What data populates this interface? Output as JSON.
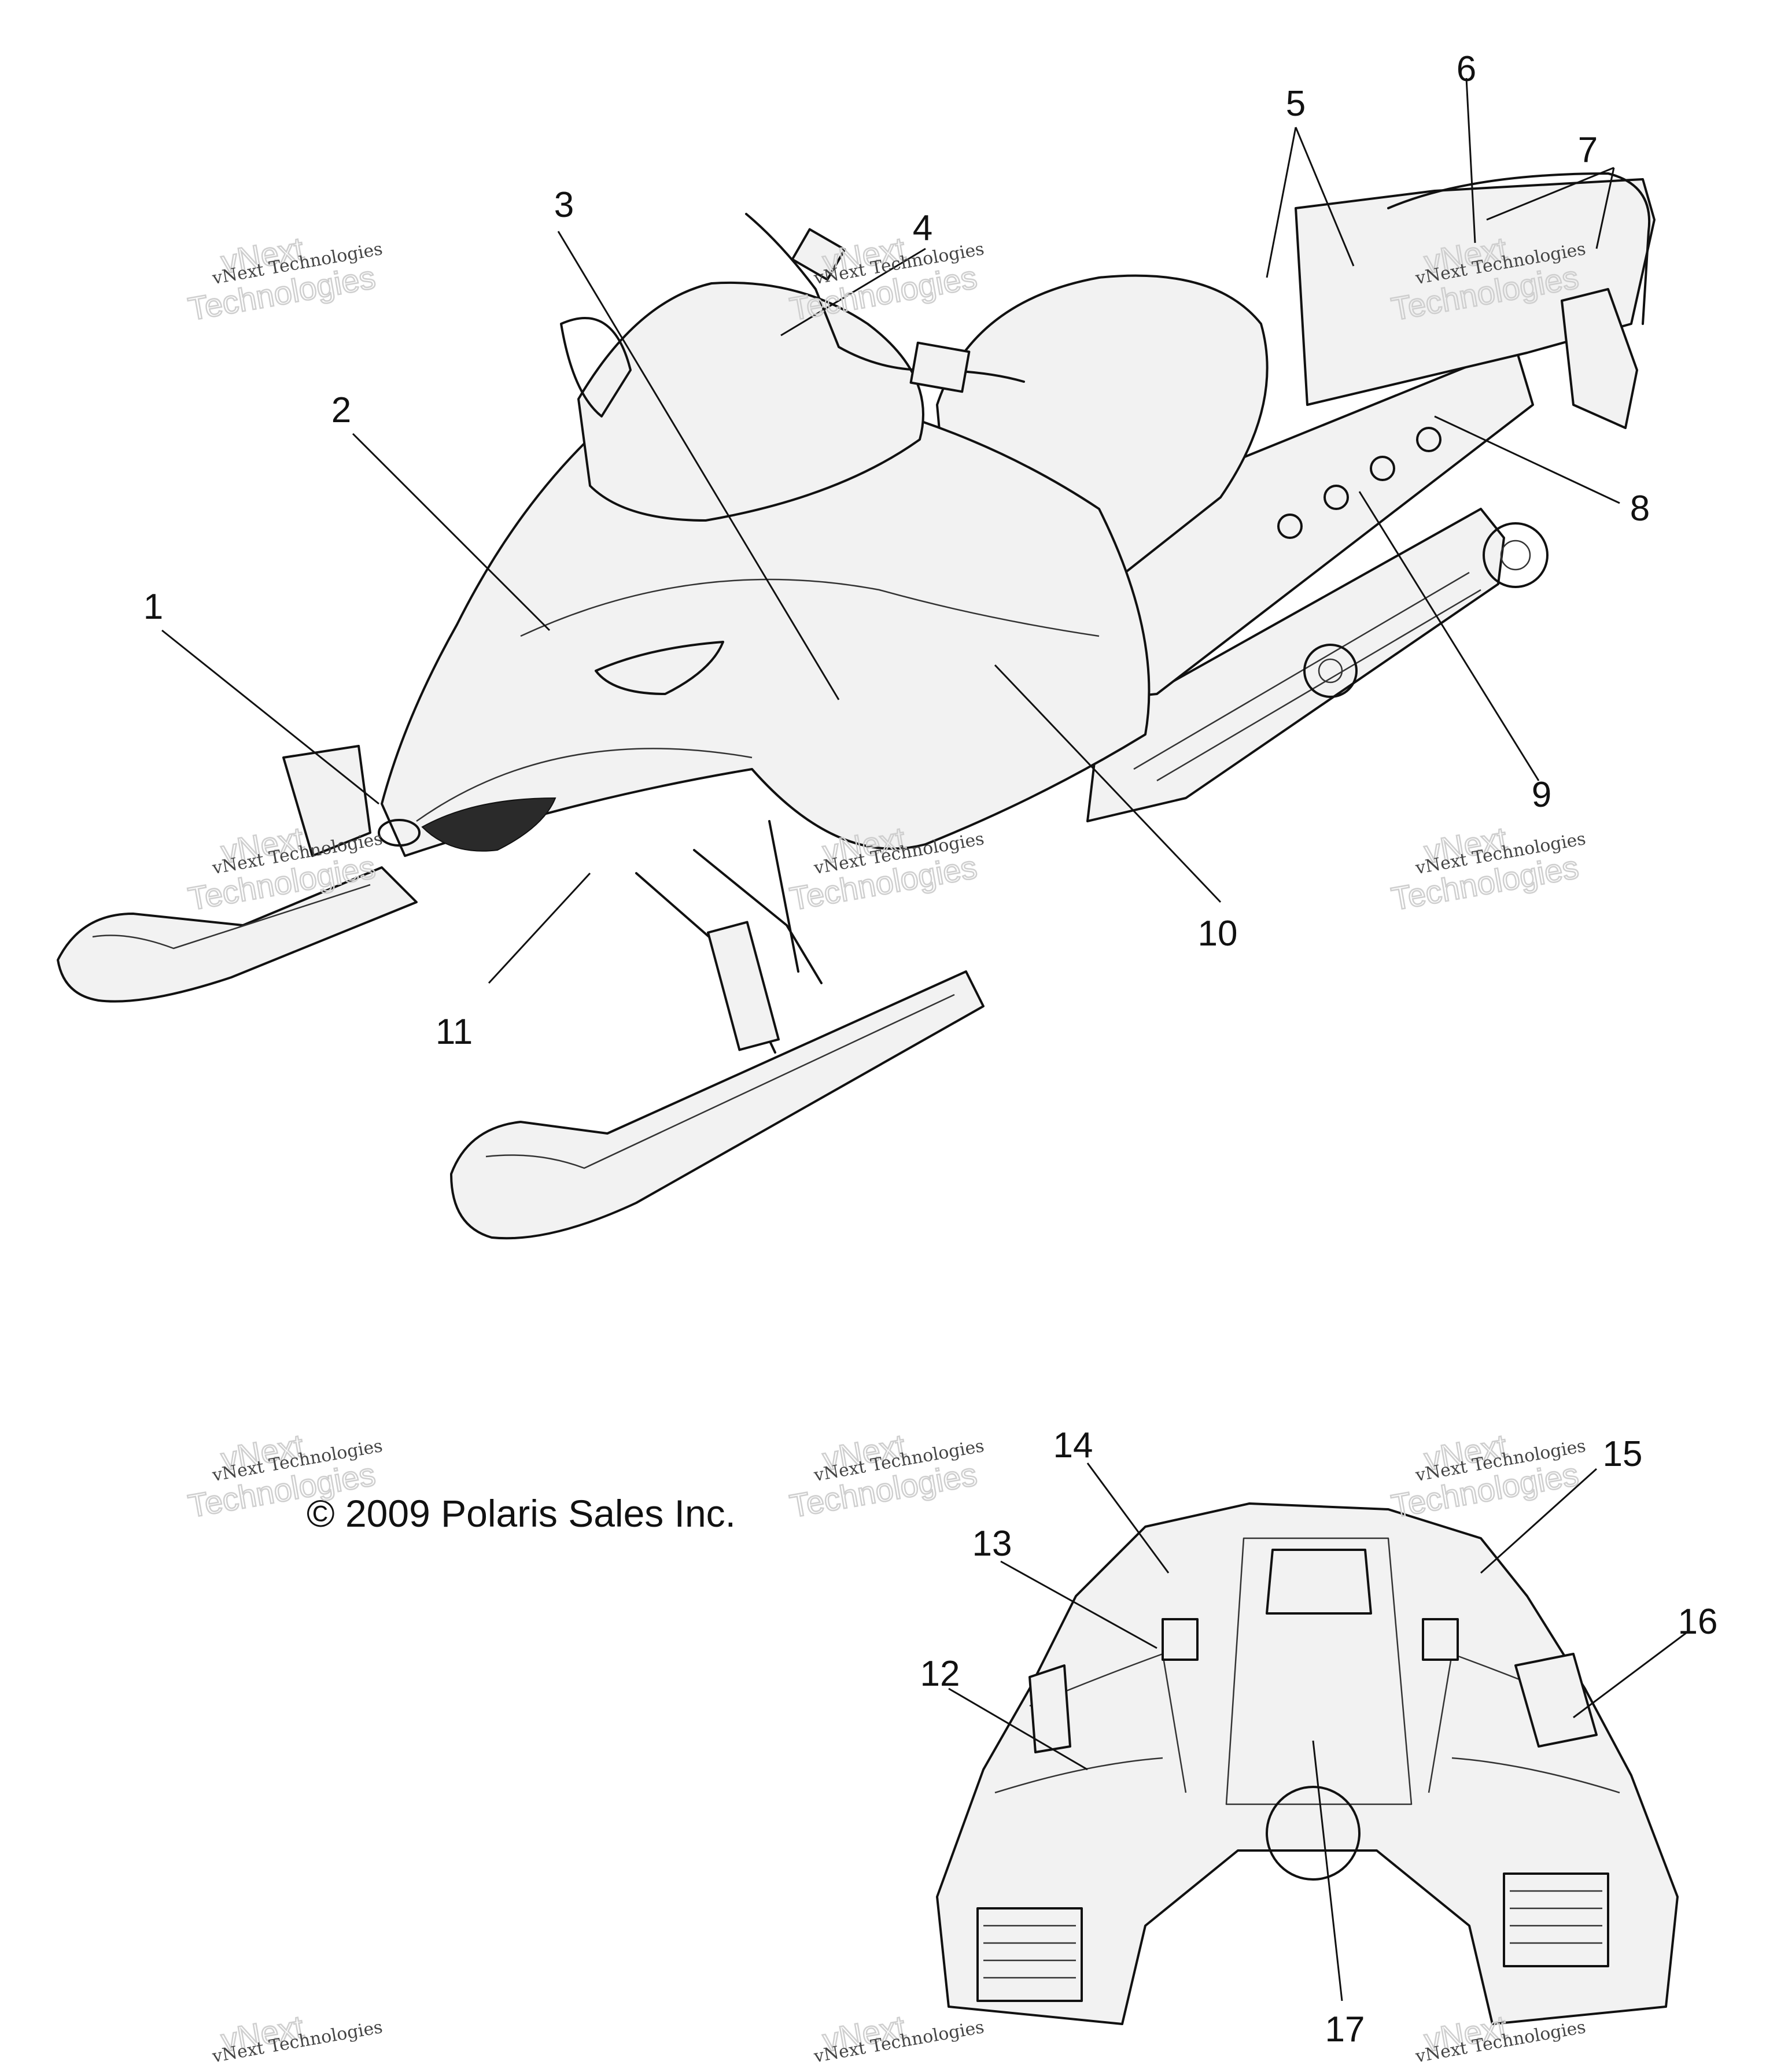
{
  "copyright": "© 2009 Polaris Sales Inc.",
  "watermark": {
    "small": "vNext Technologies",
    "big_top": "vNext",
    "big_bottom": "Technologies"
  },
  "callouts": [
    "1",
    "2",
    "3",
    "4",
    "5",
    "6",
    "7",
    "8",
    "9",
    "10",
    "11",
    "12",
    "13",
    "14",
    "15",
    "16",
    "17"
  ]
}
